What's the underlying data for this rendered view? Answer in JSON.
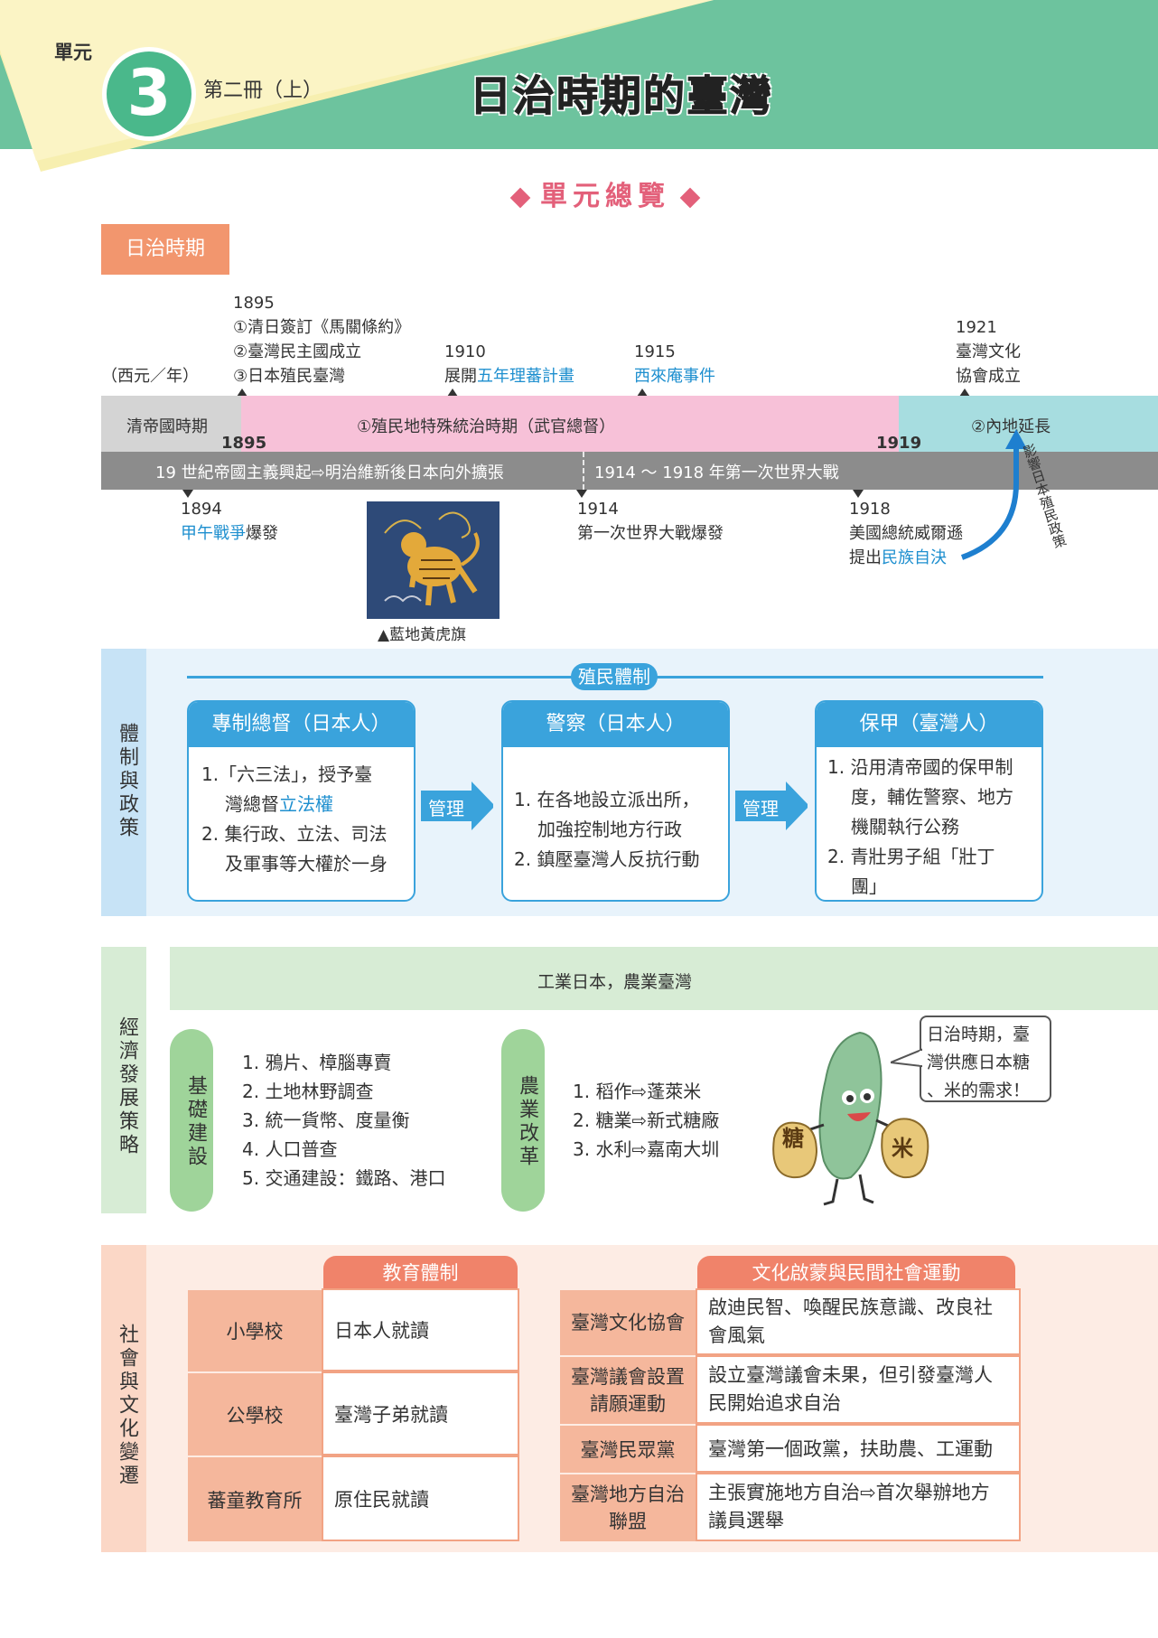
{
  "header": {
    "unit_word": "單元",
    "unit_number": "3",
    "book": "第二冊（上）",
    "title": "日治時期的臺灣"
  },
  "overview": "單元總覽",
  "timeline": {
    "period_tag": "日治時期",
    "axis_label": "（西元／年）",
    "events_top": [
      {
        "year": "1895",
        "lines": [
          "①清日簽訂《馬關條約》",
          "②臺灣民主國成立",
          "③日本殖民臺灣"
        ]
      },
      {
        "year": "1910",
        "text": "展開",
        "highlight": "五年理蕃計畫"
      },
      {
        "year": "1915",
        "highlight": "西來庵事件"
      },
      {
        "year": "1921",
        "lines": [
          "臺灣文化",
          "協會成立"
        ]
      }
    ],
    "bands": {
      "qing": "清帝國時期",
      "colonial": "①殖民地特殊統治時期（武官總督）",
      "extension": "②內地延長",
      "year_start": "1895",
      "year_end": "1919"
    },
    "strip": {
      "left": "19 世紀帝國主義興起⇨明治維新後日本向外擴張",
      "right": "1914 ～ 1918 年第一次世界大戰"
    },
    "events_bottom": [
      {
        "year": "1894",
        "highlight": "甲午戰爭",
        "text": "爆發"
      },
      {
        "year": "1914",
        "text": "第一次世界大戰爆發"
      },
      {
        "year": "1918",
        "line1": "美國總統威爾遜",
        "line2_text": "提出",
        "highlight": "民族自決"
      }
    ],
    "influence": "影響日本殖民政策",
    "flag_caption": "▲藍地黃虎旗"
  },
  "colonial_system": {
    "side_label": "體制與政策",
    "banner": "殖民體制",
    "arrow_label": "管理",
    "boxes": [
      {
        "title": "專制總督（日本人）",
        "items": [
          "1.「六三法」，授予臺",
          "灣總督",
          "立法權",
          "2. 集行政、立法、司法",
          "及軍事等大權於一身"
        ]
      },
      {
        "title": "警察（日本人）",
        "items": [
          "1. 在各地設立派出所，",
          "加強控制地方行政",
          "2. 鎮壓臺灣人反抗行動"
        ]
      },
      {
        "title": "保甲（臺灣人）",
        "items": [
          "1. 沿用清帝國的保甲制",
          "度，輔佐警察、地方",
          "機關執行公務",
          "2. 青壯男子組「壯丁",
          "團」"
        ]
      }
    ]
  },
  "economy": {
    "side_label": "經濟發展策略",
    "banner": "工業日本，農業臺灣",
    "infrastructure": {
      "label": "基礎建設",
      "items": [
        "1. 鴉片、樟腦專賣",
        "2. 土地林野調查",
        "3. 統一貨幣、度量衡",
        "4. 人口普查",
        "5. 交通建設：鐵路、港口"
      ]
    },
    "agriculture": {
      "label": "農業改革",
      "items": [
        "1. 稻作⇨蓬萊米",
        "2. 糖業⇨新式糖廠",
        "3. 水利⇨嘉南大圳"
      ]
    },
    "speech": [
      "日治時期，臺",
      "灣供應日本糖",
      "、米的需求！"
    ],
    "bag_sugar": "糖",
    "bag_rice": "米"
  },
  "society": {
    "side_label": "社會與文化變遷",
    "education": {
      "title": "教育體制",
      "rows": [
        {
          "label": "小學校",
          "value": "日本人就讀"
        },
        {
          "label": "公學校",
          "value": "臺灣子弟就讀"
        },
        {
          "label": "蕃童教育所",
          "value": "原住民就讀"
        }
      ]
    },
    "movements": {
      "title": "文化啟蒙與民間社會運動",
      "rows": [
        {
          "label": [
            "臺灣文化協會"
          ],
          "value": [
            "啟迪民智、喚醒民族意識、改良社",
            "會風氣"
          ]
        },
        {
          "label": [
            "臺灣議會設置",
            "請願運動"
          ],
          "value": [
            "設立臺灣議會未果，但引發臺灣人",
            "民開始追求自治"
          ]
        },
        {
          "label": [
            "臺灣民眾黨"
          ],
          "value": [
            "臺灣第一個政黨，扶助農、工運動"
          ]
        },
        {
          "label": [
            "臺灣地方自治",
            "聯盟"
          ],
          "value": [
            "主張實施地方自治⇨首次舉辦地方",
            "議員選舉"
          ]
        }
      ]
    }
  },
  "colors": {
    "green": "#6dc39e",
    "pink_band": "#f7c1d8",
    "teal_band": "#a7dde0",
    "blue": "#3aa3dc",
    "orange": "#f0836a"
  }
}
